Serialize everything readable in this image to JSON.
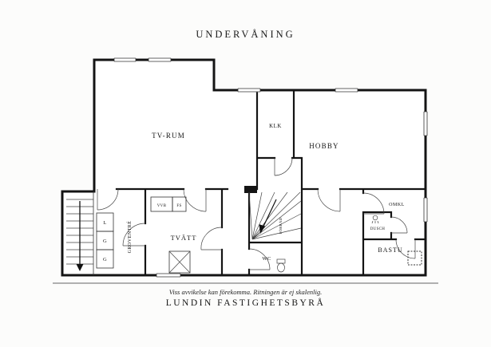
{
  "title": "UNDERVÅNING",
  "rooms": {
    "tv_rum": "TV-RUM",
    "klk": "KLK",
    "hobby": "HOBBY",
    "groventre": "GROVENTRÉ",
    "tvatt": "TVÄTT",
    "wc": "WC",
    "forrad": "FÖRRÅD",
    "omkl": "OMKL",
    "dusch": "DUSCH",
    "bastu": "BASTU",
    "vvb": "VVB",
    "fs": "FS",
    "closets": [
      "L",
      "G",
      "G"
    ]
  },
  "footer": {
    "disclaimer": "Viss avvikelse kan förekomma. Ritningen är ej skalenlig.",
    "agency": "LUNDIN FASTIGHETSBYRÅ"
  },
  "colors": {
    "wall": "#141414",
    "background": "#fcfcfb",
    "text": "#1b1b1b"
  },
  "symbols": {
    "stair_direction_icon": "down-arrow",
    "toilet_icon": "toilet",
    "shower_icon": "shower-head",
    "washer_icon": "crossed-square",
    "sauna_heater_icon": "dashed-box"
  }
}
